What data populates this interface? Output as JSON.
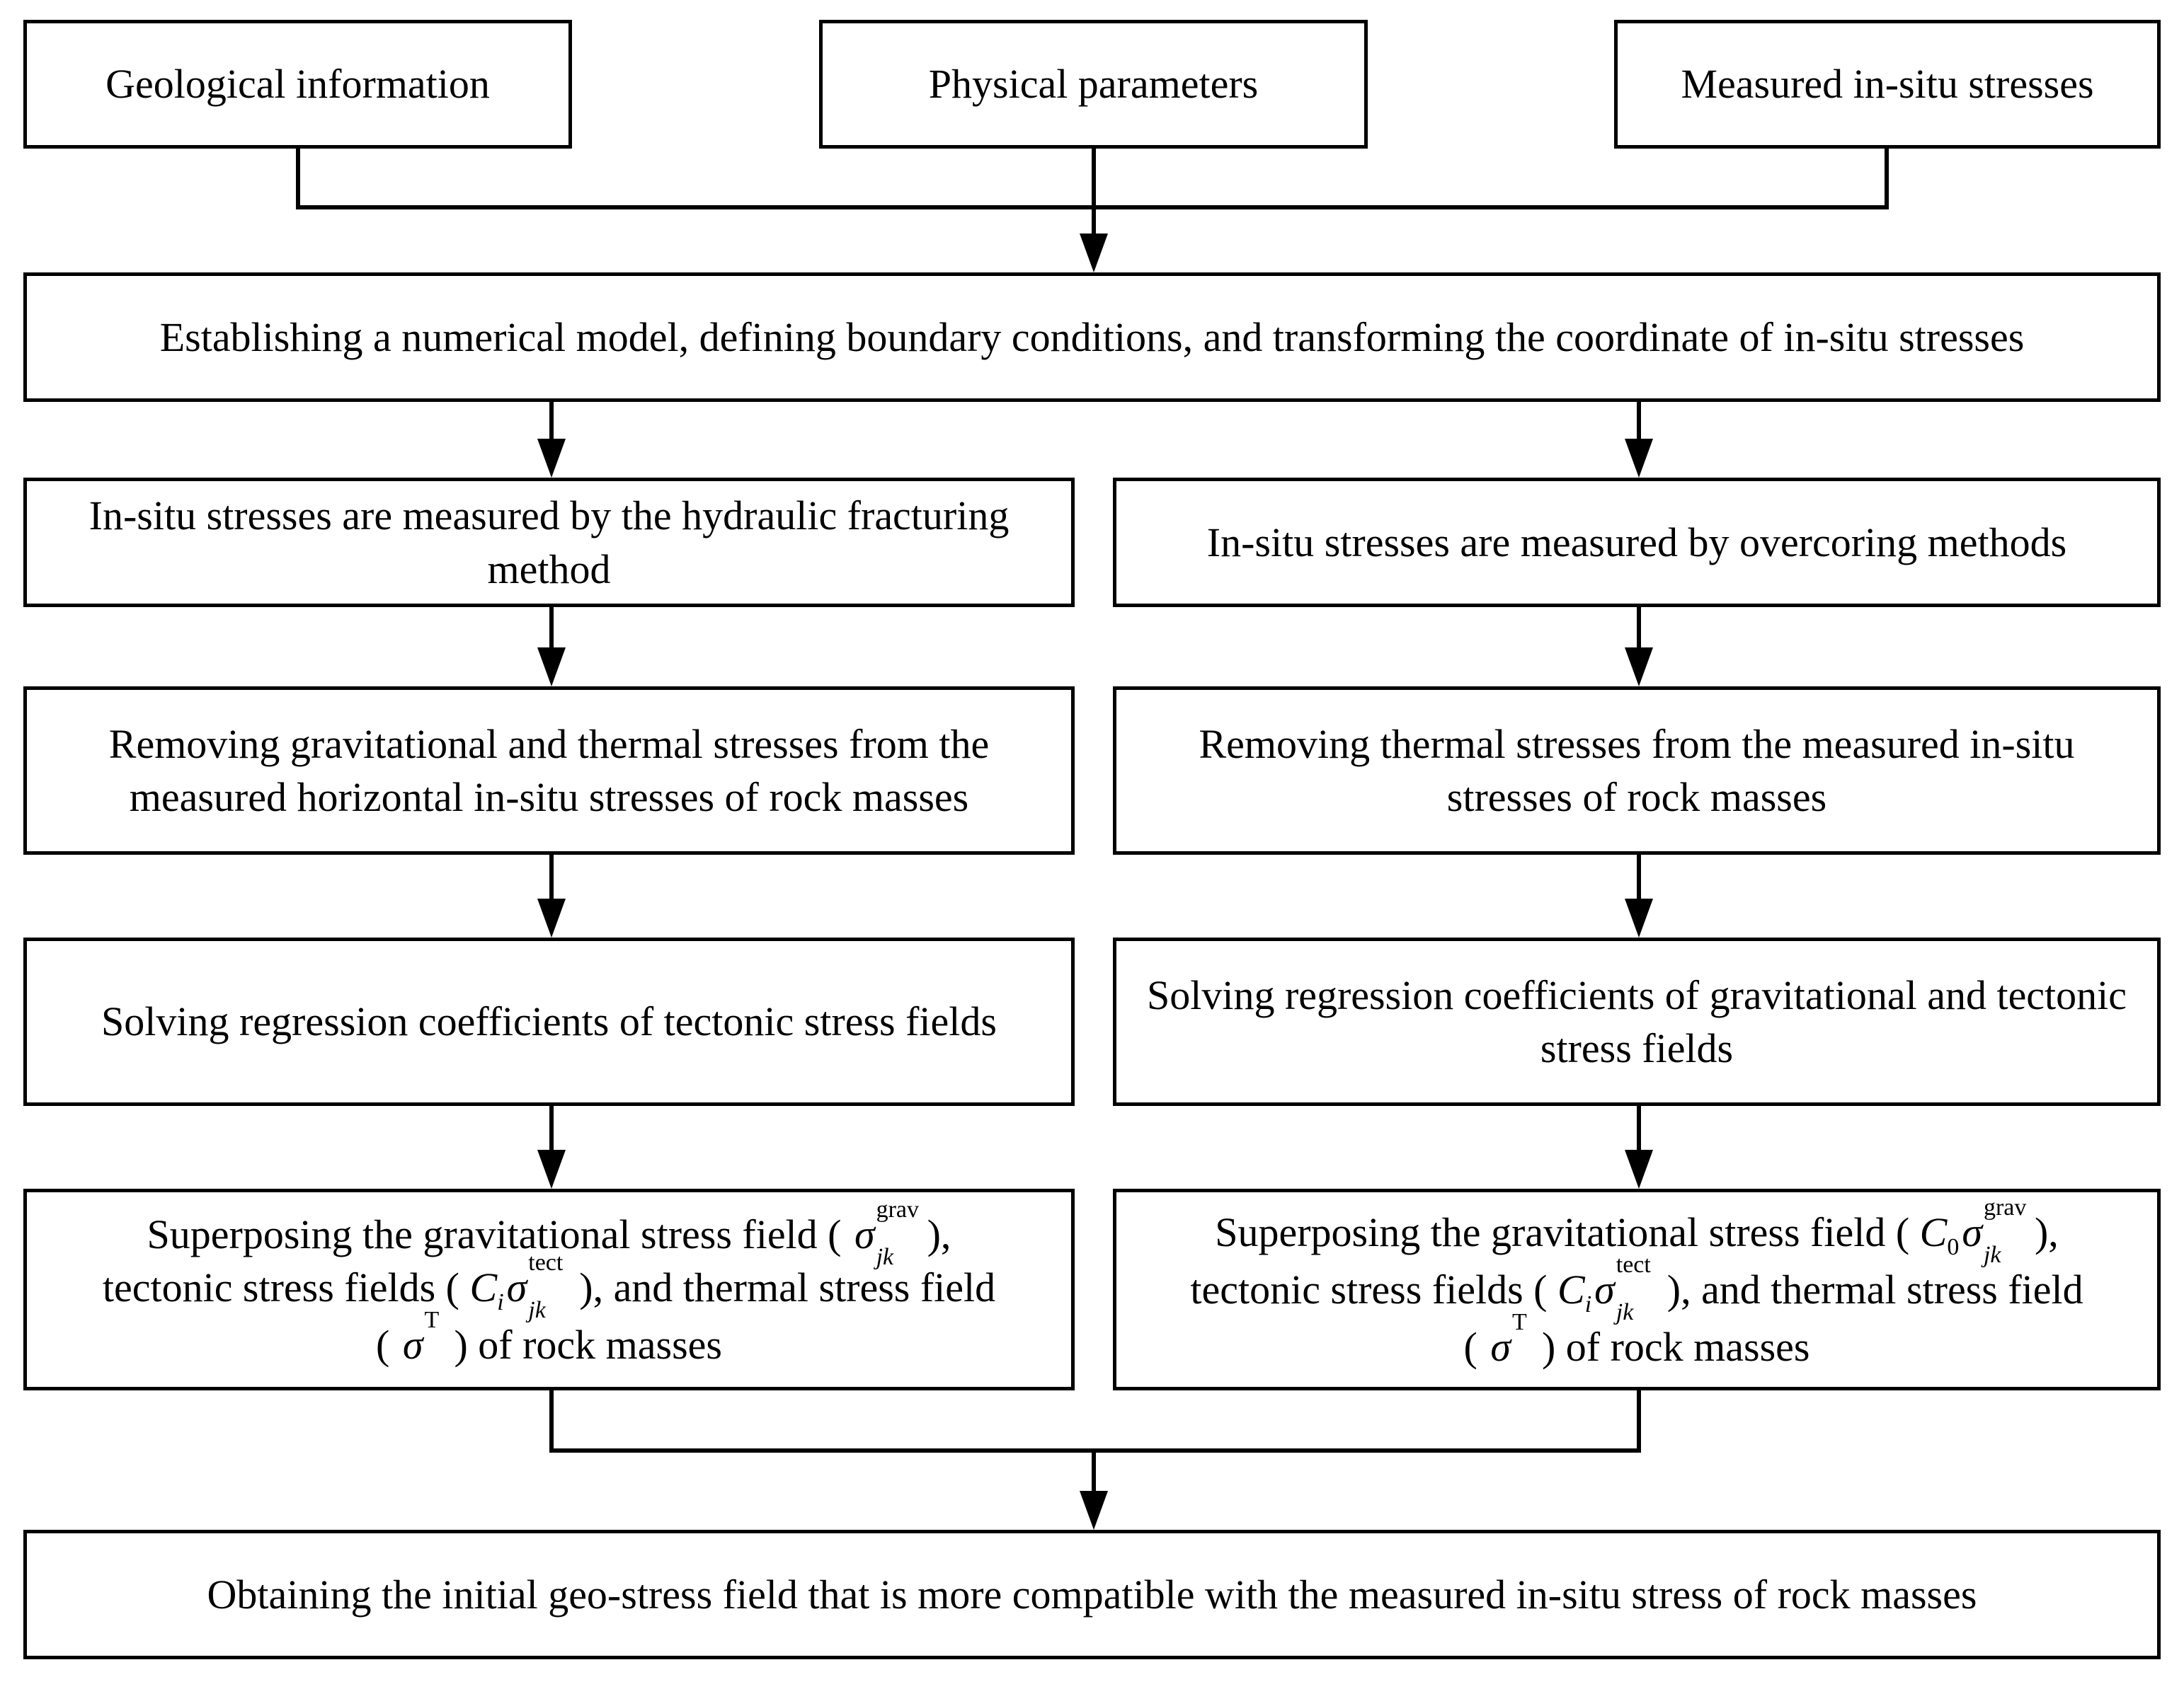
{
  "inputs": {
    "geological": "Geological information",
    "physical": "Physical parameters",
    "measured": "Measured in-situ stresses"
  },
  "model_step": "Establishing a numerical model, defining boundary conditions, and transforming the coordinate of in-situ stresses",
  "left": {
    "measure": "In-situ stresses are measured by the hydraulic fracturing method",
    "remove": "Removing gravitational and thermal stresses from the measured horizontal in-situ stresses of rock masses",
    "solve": "Solving regression coefficients of tectonic stress fields",
    "superpose": {
      "part1": "Superposing the gravitational stress field (",
      "part2": "),",
      "part3": "tectonic stress fields (",
      "part4": "), and thermal stress field",
      "part5": "(",
      "part6": ") of rock masses"
    }
  },
  "right": {
    "measure": "In-situ stresses are measured by overcoring methods",
    "remove": "Removing thermal stresses from the measured in-situ stresses of rock masses",
    "solve": "Solving regression coefficients of gravitational and tectonic stress fields",
    "superpose": {
      "part1": "Superposing the gravitational stress field (",
      "part2": "),",
      "part3": "tectonic stress fields (",
      "part4": "), and thermal stress field",
      "part5": "(",
      "part6": ") of rock masses"
    }
  },
  "symbols": {
    "sigma": "σ",
    "C": "C",
    "i": "i",
    "zero": "0",
    "jk": "jk",
    "grav": "grav",
    "tect": "tect",
    "T": "T"
  },
  "final_step": "Obtaining the initial geo-stress field that is more compatible with the measured in-situ stress of rock masses"
}
